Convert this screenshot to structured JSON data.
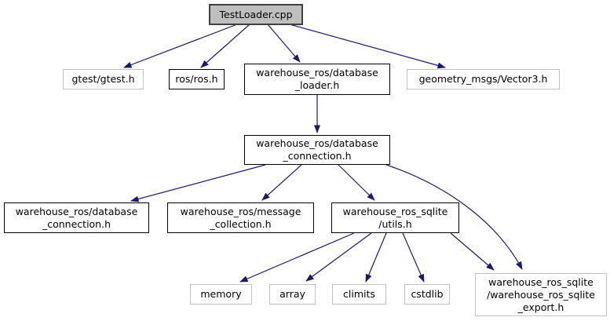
{
  "diagram": {
    "type": "include-dependency-graph",
    "root_file": "TestLoader.cpp",
    "edge_color": "#191970",
    "current_node_fill": "#bfbfbf",
    "internal_node_border": "#000000",
    "external_node_border": "#c0c0c0",
    "nodes": [
      {
        "id": "testloader",
        "label": "TestLoader.cpp",
        "lines": [
          "TestLoader.cpp"
        ]
      },
      {
        "id": "gtest",
        "label": "gtest/gtest.h",
        "lines": [
          "gtest/gtest.h"
        ]
      },
      {
        "id": "ros",
        "label": "ros/ros.h",
        "lines": [
          "ros/ros.h"
        ]
      },
      {
        "id": "db-loader",
        "label": "warehouse_ros/database_loader.h",
        "lines": [
          "warehouse_ros/database",
          "_loader.h"
        ]
      },
      {
        "id": "vector3",
        "label": "geometry_msgs/Vector3.h",
        "lines": [
          "geometry_msgs/Vector3.h"
        ]
      },
      {
        "id": "db-conn",
        "label": "warehouse_ros/database_connection.h",
        "lines": [
          "warehouse_ros/database",
          "_connection.h"
        ]
      },
      {
        "id": "db-conn-2",
        "label": "warehouse_ros/database_connection.h",
        "lines": [
          "warehouse_ros/database",
          "_connection.h"
        ]
      },
      {
        "id": "msg-coll",
        "label": "warehouse_ros/message_collection.h",
        "lines": [
          "warehouse_ros/message",
          "_collection.h"
        ]
      },
      {
        "id": "sqlite-utils",
        "label": "warehouse_ros_sqlite/utils.h",
        "lines": [
          "warehouse_ros_sqlite",
          "/utils.h"
        ]
      },
      {
        "id": "memory",
        "label": "memory",
        "lines": [
          "memory"
        ]
      },
      {
        "id": "array",
        "label": "array",
        "lines": [
          "array"
        ]
      },
      {
        "id": "climits",
        "label": "climits",
        "lines": [
          "climits"
        ]
      },
      {
        "id": "cstdlib",
        "label": "cstdlib",
        "lines": [
          "cstdlib"
        ]
      },
      {
        "id": "sqlite-export",
        "label": "warehouse_ros_sqlite/warehouse_ros_sqlite_export.h",
        "lines": [
          "warehouse_ros_sqlite",
          "/warehouse_ros_sqlite",
          "_export.h"
        ]
      }
    ],
    "edges": [
      {
        "from": "TestLoader.cpp",
        "to": "gtest/gtest.h"
      },
      {
        "from": "TestLoader.cpp",
        "to": "ros/ros.h"
      },
      {
        "from": "TestLoader.cpp",
        "to": "warehouse_ros/database_loader.h"
      },
      {
        "from": "TestLoader.cpp",
        "to": "geometry_msgs/Vector3.h"
      },
      {
        "from": "warehouse_ros/database_loader.h",
        "to": "warehouse_ros/database_connection.h"
      },
      {
        "from": "warehouse_ros/database_connection.h",
        "to": "warehouse_ros/database_connection.h (2)"
      },
      {
        "from": "warehouse_ros/database_connection.h",
        "to": "warehouse_ros/message_collection.h"
      },
      {
        "from": "warehouse_ros/database_connection.h",
        "to": "warehouse_ros_sqlite/utils.h"
      },
      {
        "from": "warehouse_ros/database_connection.h",
        "to": "warehouse_ros_sqlite/warehouse_ros_sqlite_export.h"
      },
      {
        "from": "warehouse_ros_sqlite/utils.h",
        "to": "memory"
      },
      {
        "from": "warehouse_ros_sqlite/utils.h",
        "to": "array"
      },
      {
        "from": "warehouse_ros_sqlite/utils.h",
        "to": "climits"
      },
      {
        "from": "warehouse_ros_sqlite/utils.h",
        "to": "cstdlib"
      },
      {
        "from": "warehouse_ros_sqlite/utils.h",
        "to": "warehouse_ros_sqlite/warehouse_ros_sqlite_export.h"
      }
    ]
  }
}
